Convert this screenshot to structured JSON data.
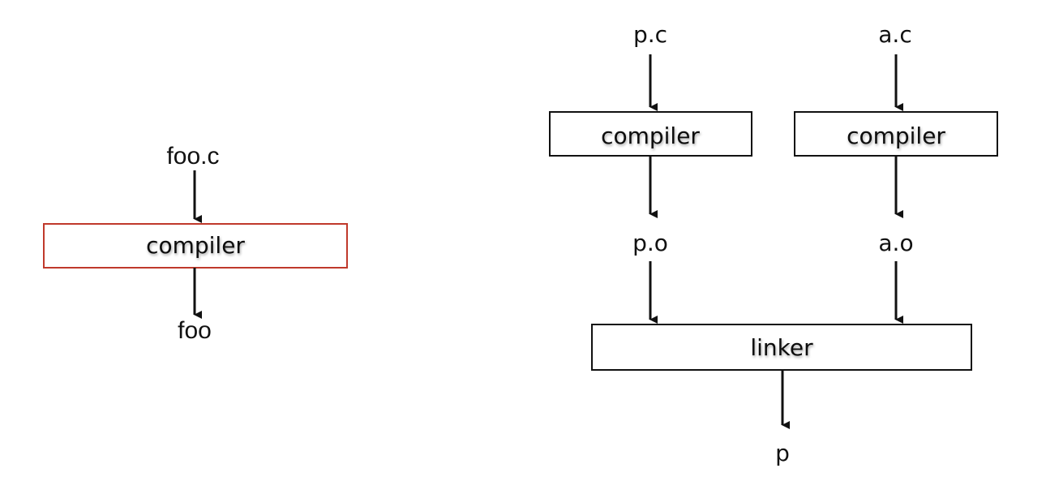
{
  "left": {
    "input": "foo.c",
    "box": "compiler",
    "output": "foo",
    "highlight_color": "#c0392b"
  },
  "right": {
    "inputs": [
      "p.c",
      "a.c"
    ],
    "compilers": [
      "compiler",
      "compiler"
    ],
    "objects": [
      "p.o",
      "a.o"
    ],
    "linker": "linker",
    "output": "p"
  }
}
